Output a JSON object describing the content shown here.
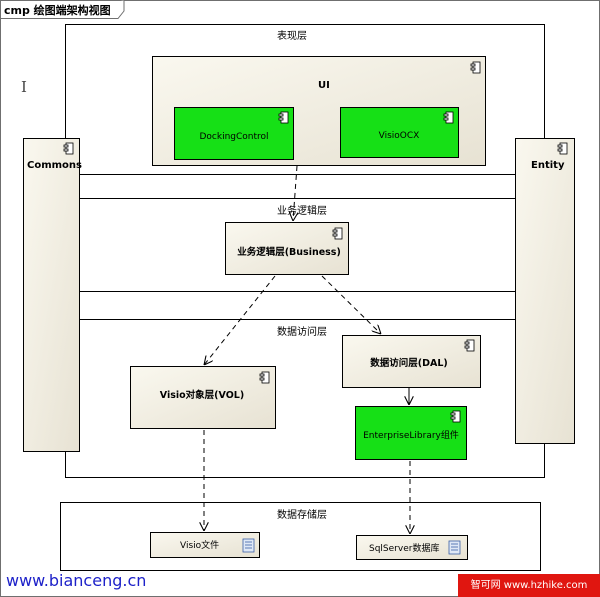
{
  "diagram": {
    "frame_title": "cmp 绘图端架构视图",
    "layers": {
      "presentation": "表现层",
      "business": "业务逻辑层",
      "data_access": "数据访问层",
      "storage": "数据存储层"
    },
    "components": {
      "ui": "UI",
      "docking_control": "DockingControl",
      "visio_ocx": "VisioOCX",
      "commons": "Commons",
      "entity": "Entity",
      "business": "业务逻辑层(Business)",
      "dal": "数据访问层(DAL)",
      "vol": "Visio对象层(VOL)",
      "enterprise_library": "EnterpriseLibrary组件"
    },
    "artifacts": {
      "visio_file": "Visio文件",
      "sqlserver": "SqlServer数据库"
    },
    "colors": {
      "component_fill": "#f4f1e6",
      "component_gradient_end": "#d6d0c0",
      "library_fill": "#16e016",
      "line": "#000000",
      "frame_border": "#6f6f6f"
    }
  },
  "footer": {
    "site": "www.bianceng.cn",
    "watermark": "智可网 www.hzhike.com"
  }
}
